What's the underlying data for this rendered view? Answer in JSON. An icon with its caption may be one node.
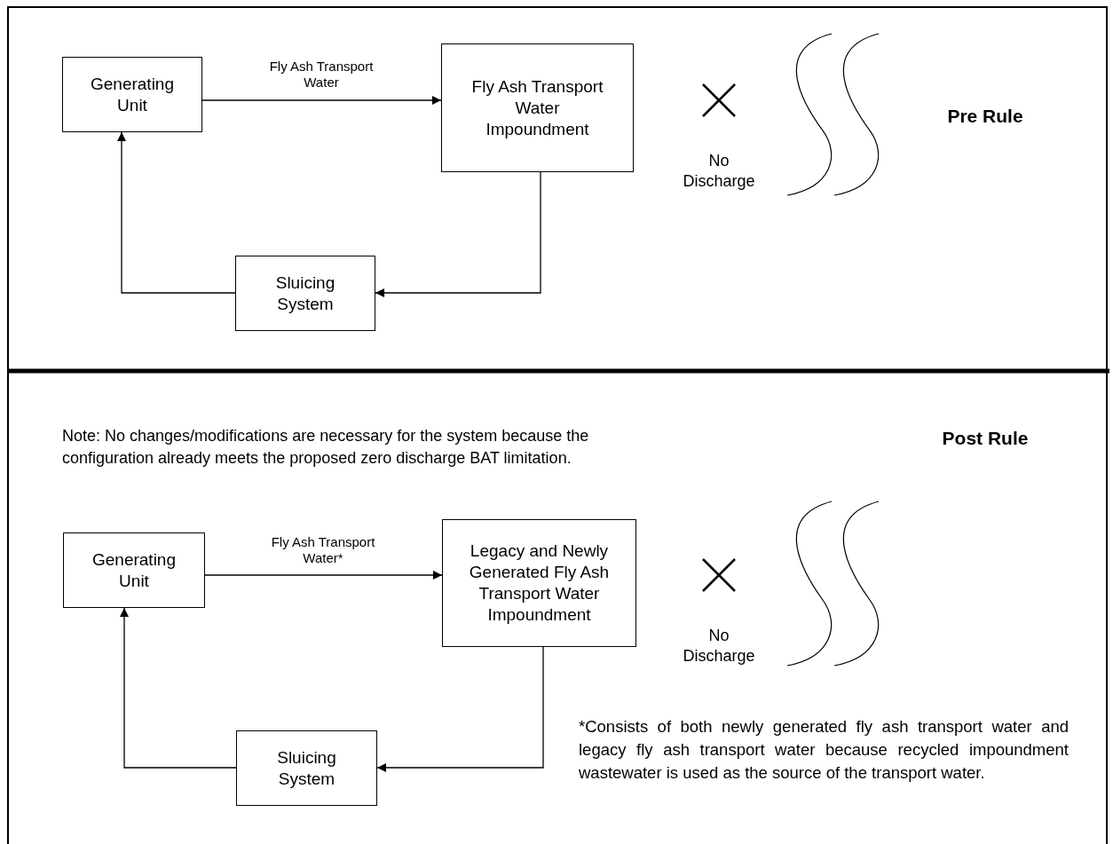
{
  "diagram": {
    "nodes": [
      {
        "text": [
          "Generating Unit"
        ]
      },
      {
        "text": [
          "Fly Ash Transport Water Impoundment"
        ]
      },
      {
        "text": [
          "Sluicing System"
        ]
      },
      {
        "text": [
          "Generating Unit"
        ]
      },
      {
        "text": [
          "Legacy and Newly Generated Fly Ash Transport Water Impoundment"
        ]
      },
      {
        "text": [
          "Sluicing System"
        ]
      }
    ],
    "edges": [
      {
        "from": 0,
        "to": 1,
        "arrow": "to",
        "label": "Fly Ash Transport Water"
      },
      {
        "from": 1,
        "to": 2,
        "arrow": "to"
      },
      {
        "from": 2,
        "to": 0,
        "arrow": "to"
      },
      {
        "from": 3,
        "to": 4,
        "arrow": "to",
        "label": "Fly Ash Transport Water*"
      },
      {
        "from": 4,
        "to": 5,
        "arrow": "to"
      },
      {
        "from": 5,
        "to": 3,
        "arrow": "to"
      }
    ],
    "labels": [
      "No Discharge",
      "Pre Rule",
      "Note: No changes/modifications are necessary for the system because the configuration already meets the proposed zero discharge BAT limitation.",
      "Post Rule",
      "No Discharge",
      "*Consists of both newly generated fly ash transport water and legacy fly ash transport water because recycled impoundment wastewater is used as the source of the transport water."
    ]
  }
}
